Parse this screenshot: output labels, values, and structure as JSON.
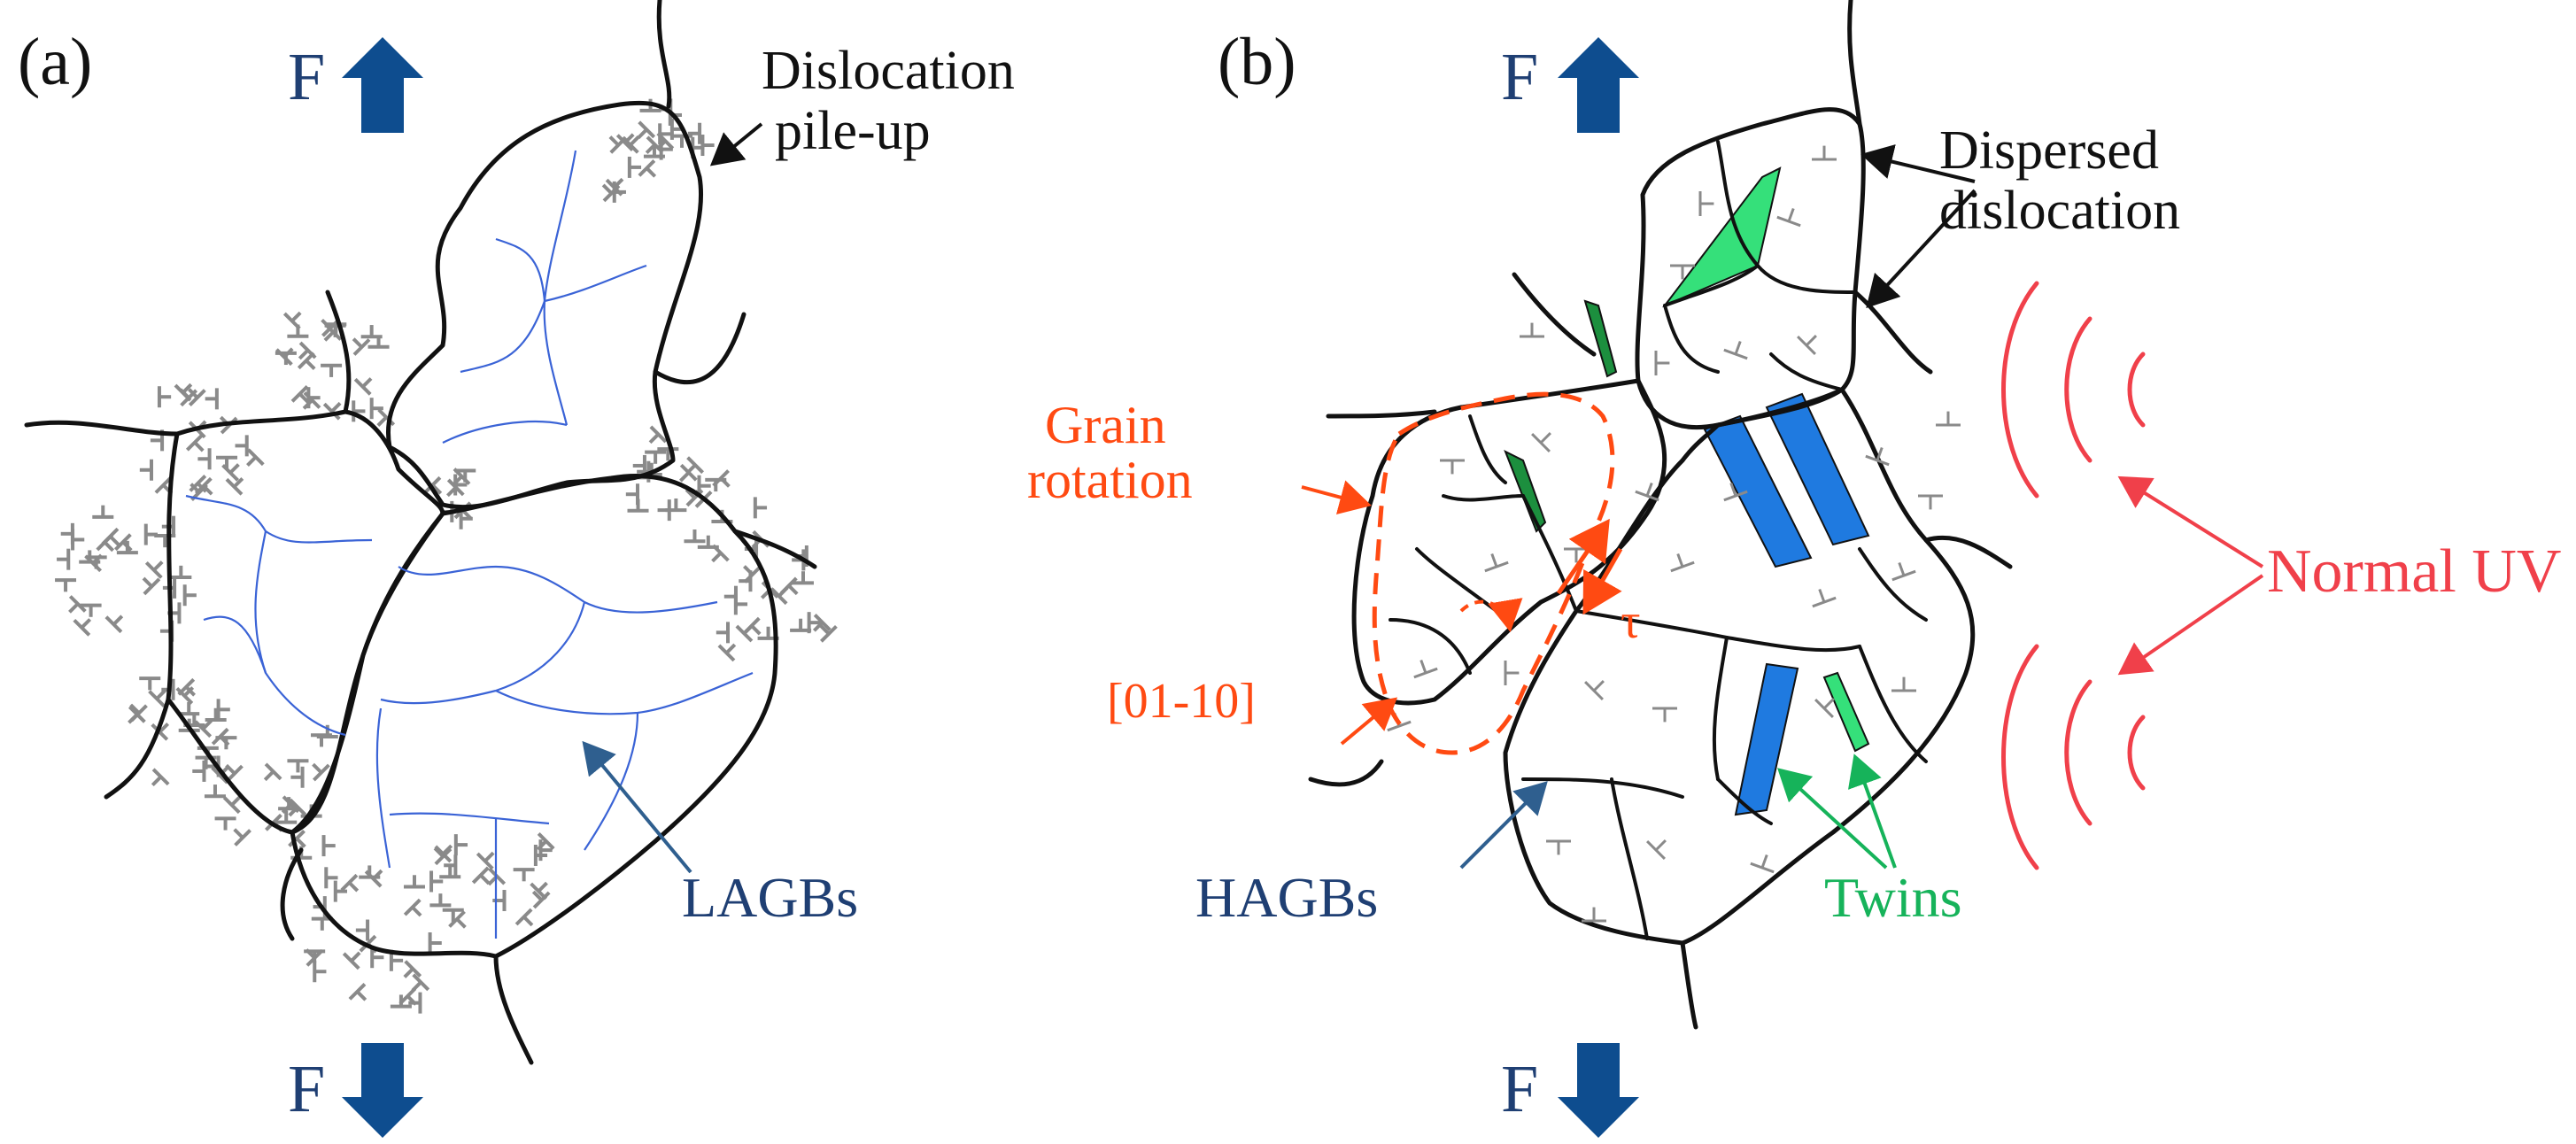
{
  "colors": {
    "force_arrow": "#0e4d8f",
    "lagb": "#3a63d6",
    "hagb_twin_fill": "#1f7ae0",
    "twin_green_light": "#35e07a",
    "twin_green_dark": "#1c8f3e",
    "grain_rotation": "#ff4a12",
    "uv": "#f0404a",
    "dislocation": "#8a8a8a"
  },
  "panel_a": {
    "label": "(a)",
    "force_top": "F",
    "force_bottom": "F",
    "pileup_line1": "Dislocation",
    "pileup_line2": "pile-up",
    "lagbs": "LAGBs"
  },
  "panel_b": {
    "label": "(b)",
    "force_top": "F",
    "force_bottom": "F",
    "dispersed_line1": "Dispersed",
    "dispersed_line2": "dislocation",
    "grain_rotation_line1": "Grain",
    "grain_rotation_line2": "rotation",
    "direction": "[01-10]",
    "tau": "τ",
    "hagbs": "HAGBs",
    "twins": "Twins",
    "normal_uv": "Normal UV"
  },
  "icons": [
    "arrow-up-icon",
    "arrow-down-icon",
    "dislocation-symbol-icon",
    "uv-wave-icon"
  ]
}
